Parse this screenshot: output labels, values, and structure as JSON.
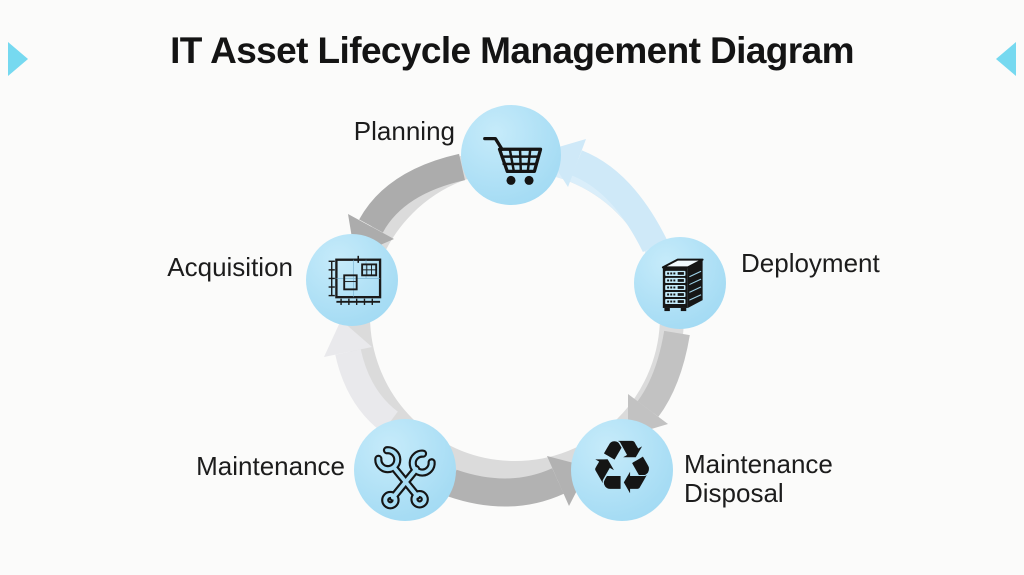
{
  "page": {
    "title": "IT Asset Lifecycle Management Diagram"
  },
  "decorations": {
    "left_edge_icon": "triangle-right",
    "right_edge_icon": "triangle-left",
    "triangle_color": "#76d9f0"
  },
  "colors": {
    "background": "#fbfbfa",
    "node_fill": "#a6dcf4",
    "node_fill_light": "#c6ebfa",
    "icon_color": "#141414",
    "text_color": "#1c1c1c",
    "ring_gray": "#dbdbdb",
    "arrow_gray": "#acacac",
    "arrow_gray_mid": "#c2c2c2",
    "arrow_gray_light": "#e9e9ec",
    "arrow_blue_light": "#cfe9f8"
  },
  "icons": {
    "recycle_glyph": "♻︎"
  },
  "diagram": {
    "type": "cycle",
    "nodes": [
      {
        "id": "planning",
        "label": "Planning",
        "icon": "shopping-cart-icon",
        "label_side": "left"
      },
      {
        "id": "acquisition",
        "label": "Acquisition",
        "icon": "blueprint-icon",
        "label_side": "left"
      },
      {
        "id": "deployment",
        "label": "Deployment",
        "icon": "server-rack-icon",
        "label_side": "right"
      },
      {
        "id": "maintenance",
        "label": "Maintenance",
        "icon": "crossed-wrenches-icon",
        "label_side": "left"
      },
      {
        "id": "maintenance_disposal",
        "label": "Maintenance Disposal",
        "icon": "recycle-icon",
        "label_side": "right"
      }
    ],
    "edges": [
      {
        "from": "planning",
        "to": "acquisition",
        "style": "gray-arrow"
      },
      {
        "from": "deployment",
        "to": "planning",
        "style": "light-blue-arrow"
      },
      {
        "from": "deployment",
        "to": "maintenance_disposal",
        "style": "gray-arrow"
      },
      {
        "from": "maintenance",
        "to": "maintenance_disposal",
        "style": "gray-arrow"
      },
      {
        "from": "maintenance",
        "to": "acquisition",
        "style": "light-gray-arrow"
      }
    ]
  }
}
